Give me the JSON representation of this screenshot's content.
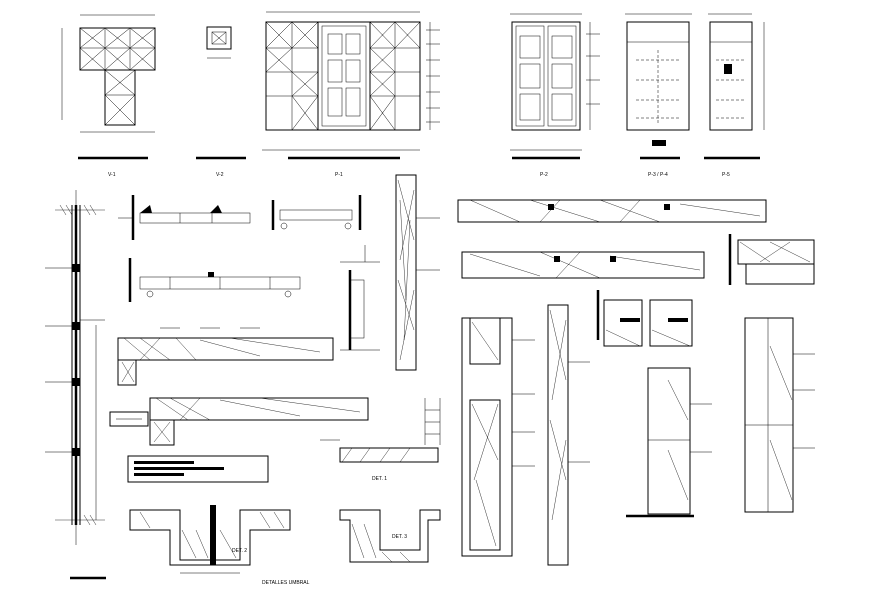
{
  "sheet": {
    "elevation_titles": [
      "V-1",
      "V-2",
      "P-1",
      "P-2",
      "P-3 / P-4",
      "P-5"
    ],
    "detail_titles": [
      "DET. 1",
      "DET. 2",
      "DET. 3",
      "DETALLES UMBRAL"
    ]
  }
}
